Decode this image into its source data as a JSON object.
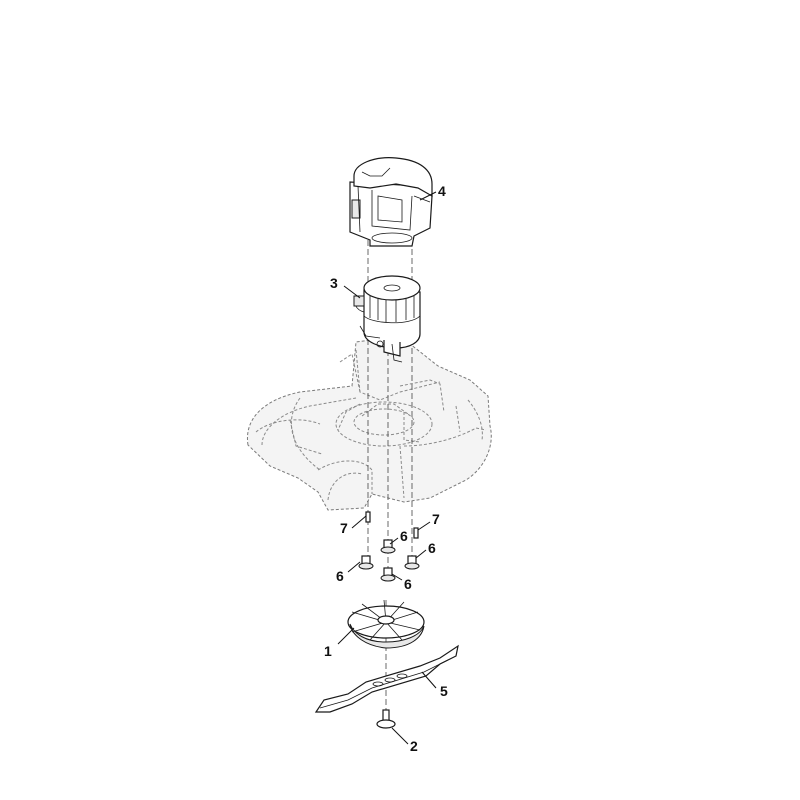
{
  "callouts": [
    {
      "id": "part-1",
      "label": "1"
    },
    {
      "id": "part-2",
      "label": "2"
    },
    {
      "id": "part-3",
      "label": "3"
    },
    {
      "id": "part-4",
      "label": "4"
    },
    {
      "id": "part-5",
      "label": "5"
    },
    {
      "id": "part-6a",
      "label": "6"
    },
    {
      "id": "part-6b",
      "label": "6"
    },
    {
      "id": "part-6c",
      "label": "6"
    },
    {
      "id": "part-6d",
      "label": "6"
    },
    {
      "id": "part-7a",
      "label": "7"
    },
    {
      "id": "part-7b",
      "label": "7"
    }
  ]
}
